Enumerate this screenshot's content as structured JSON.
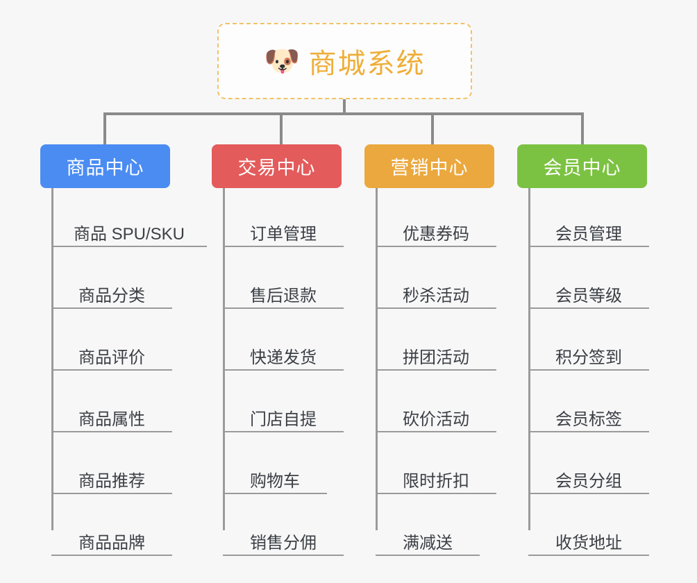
{
  "background_color": "#f7f7f8",
  "root": {
    "icon": "shiba-dog-face-emoji",
    "icon_glyph": "🐶",
    "title": "商城系统",
    "title_color": "#efae3a",
    "border_color": "#f2c265"
  },
  "connector_color": "#8a8a8a",
  "branches": [
    {
      "label": "商品中心",
      "color": "#4a8cf2",
      "items": [
        "商品 SPU/SKU",
        "商品分类",
        "商品评价",
        "商品属性",
        "商品推荐",
        "商品品牌"
      ]
    },
    {
      "label": "交易中心",
      "color": "#e35b5b",
      "items": [
        "订单管理",
        "售后退款",
        "快递发货",
        "门店自提",
        "购物车",
        "销售分佣"
      ]
    },
    {
      "label": "营销中心",
      "color": "#eba83e",
      "items": [
        "优惠券码",
        "秒杀活动",
        "拼团活动",
        "砍价活动",
        "限时折扣",
        "满减送"
      ]
    },
    {
      "label": "会员中心",
      "color": "#7cc242",
      "items": [
        "会员管理",
        "会员等级",
        "积分签到",
        "会员标签",
        "会员分组",
        "收货地址"
      ]
    }
  ]
}
